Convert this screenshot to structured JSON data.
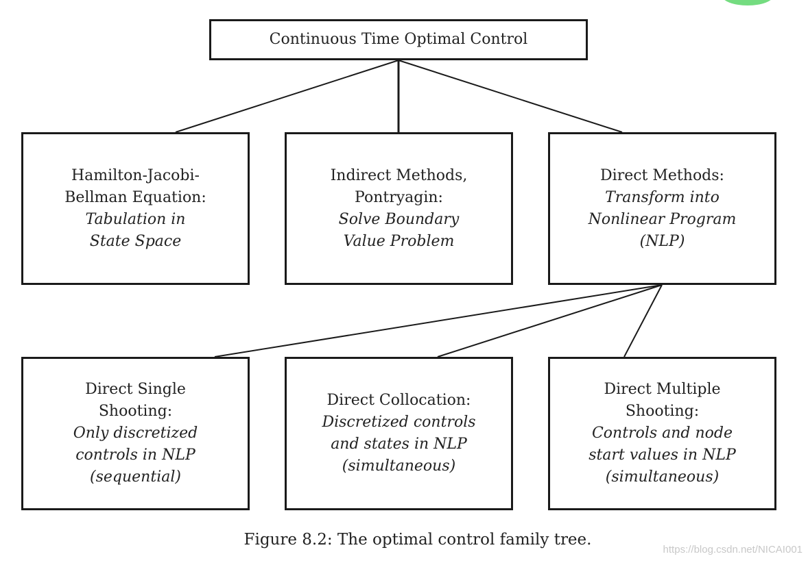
{
  "diagram": {
    "root": {
      "label": "Continuous Time Optimal Control"
    },
    "level1": [
      {
        "id": "hjb",
        "lines": [
          {
            "text": "Hamilton-Jacobi-",
            "italic": false
          },
          {
            "text": "Bellman Equation:",
            "italic": false
          },
          {
            "text": "Tabulation in",
            "italic": true
          },
          {
            "text": "State Space",
            "italic": true
          }
        ]
      },
      {
        "id": "indirect",
        "lines": [
          {
            "text": "Indirect Methods,",
            "italic": false
          },
          {
            "text": "Pontryagin:",
            "italic": false
          },
          {
            "text": "Solve Boundary",
            "italic": true
          },
          {
            "text": "Value Problem",
            "italic": true
          }
        ]
      },
      {
        "id": "direct",
        "lines": [
          {
            "text": "Direct Methods:",
            "italic": false
          },
          {
            "text": "Transform into",
            "italic": true
          },
          {
            "text": "Nonlinear Program",
            "italic": true
          },
          {
            "text": "(NLP)",
            "italic": true
          }
        ]
      }
    ],
    "level2": [
      {
        "id": "single",
        "lines": [
          {
            "text": "Direct Single",
            "italic": false
          },
          {
            "text": "Shooting:",
            "italic": false
          },
          {
            "text": "Only discretized",
            "italic": true
          },
          {
            "text": "controls in NLP",
            "italic": true
          },
          {
            "text": "(sequential)",
            "italic": true
          }
        ]
      },
      {
        "id": "colloc",
        "lines": [
          {
            "text": "Direct Collocation:",
            "italic": false
          },
          {
            "text": "Discretized controls",
            "italic": true
          },
          {
            "text": "and states in NLP",
            "italic": true
          },
          {
            "text": "(simultaneous)",
            "italic": true
          }
        ]
      },
      {
        "id": "multiple",
        "lines": [
          {
            "text": "Direct Multiple",
            "italic": false
          },
          {
            "text": "Shooting:",
            "italic": false
          },
          {
            "text": "Controls and node",
            "italic": true
          },
          {
            "text": "start values in NLP",
            "italic": true
          },
          {
            "text": "(simultaneous)",
            "italic": true
          }
        ]
      }
    ],
    "edges": [
      {
        "from": "root",
        "to": "hjb"
      },
      {
        "from": "root",
        "to": "indirect"
      },
      {
        "from": "root",
        "to": "direct"
      },
      {
        "from": "direct",
        "to": "single"
      },
      {
        "from": "direct",
        "to": "colloc"
      },
      {
        "from": "direct",
        "to": "multiple"
      }
    ]
  },
  "caption": "Figure 8.2: The optimal control family tree.",
  "watermark": "https://blog.csdn.net/NICAI001",
  "colors": {
    "stroke": "#1a1a1a",
    "text": "#222222",
    "watermark": "#c8c8c8",
    "accent_blob": "#5cd66a"
  }
}
